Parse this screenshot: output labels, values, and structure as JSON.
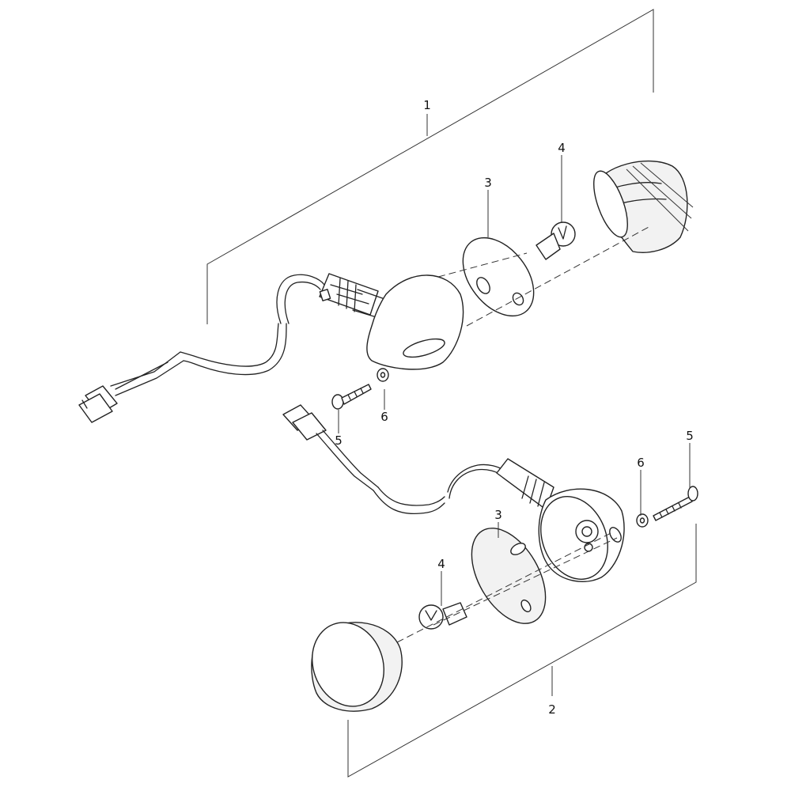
{
  "callouts": [
    {
      "id": "assy-1",
      "label": "1"
    },
    {
      "id": "lens-gasket-3-upper",
      "label": "3"
    },
    {
      "id": "bulb-4-upper",
      "label": "4"
    },
    {
      "id": "screw-5-upper",
      "label": "5"
    },
    {
      "id": "washer-6-upper",
      "label": "6"
    },
    {
      "id": "screw-5-lower",
      "label": "5"
    },
    {
      "id": "washer-6-lower",
      "label": "6"
    },
    {
      "id": "lens-gasket-3-lower",
      "label": "3"
    },
    {
      "id": "bulb-4-lower",
      "label": "4"
    },
    {
      "id": "assy-2",
      "label": "2"
    }
  ]
}
